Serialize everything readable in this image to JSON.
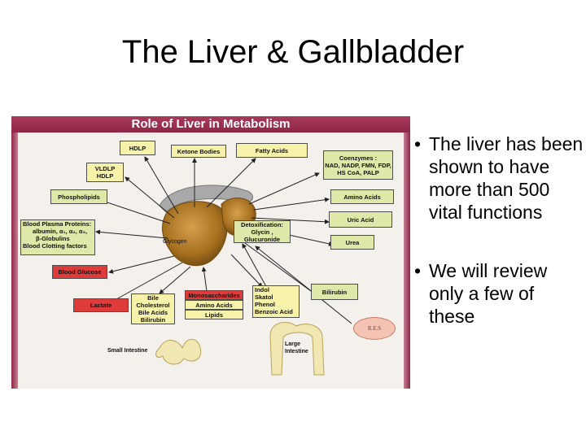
{
  "slide": {
    "title": "The Liver & Gallbladder",
    "bullets": [
      {
        "marker": "•",
        "text": "The liver has been shown to have more than 500 vital functions"
      },
      {
        "marker": "•",
        "text": "We will review only a few of these"
      }
    ]
  },
  "diagram": {
    "title": "Role of Liver in Metabolism",
    "colors": {
      "banner": "#8e2747",
      "yellow_box": "#f7f2a9",
      "green_box": "#dfe8a8",
      "red_box": "#e03b3b",
      "liver": "#b37a2c",
      "res_oval": "#f4c3b3"
    },
    "boxes": {
      "hdlp": "HDLP",
      "ketone_bodies": "Ketone Bodies",
      "fatty_acids": "Fatty Acids",
      "coenzymes_title": "Coenzymes :",
      "coenzymes_list": "NAD, NADP, FMN, FDP, HS CoA, PALP",
      "vldlp": "VLDLP",
      "vldlp_hdlp": "HDLP",
      "phospholipids": "Phospholipids",
      "amino_acids_right": "Amino Acids",
      "uric_acid": "Uric Acid",
      "urea": "Urea",
      "blood_plasma_title": "Blood Plasma Proteins:",
      "blood_plasma_albumin": "albumin, α₁, α₂, α₃,",
      "blood_plasma_globulins": "β-Globulins",
      "blood_plasma_clotting": "Blood Clotting factors",
      "detox_title": "Detoxification:",
      "detox_items": "Glycin , Glucuronide",
      "blood_glucose": "Blood Glucose",
      "bilirubin": "Bilirubin",
      "lactate": "Lactate",
      "bile": "Bile",
      "bile_cholesterol": "Cholesterol",
      "bile_acids": "Bile Acids",
      "bile_bilirubin": "Bilirubin",
      "monosaccharides": "Monosaccharides",
      "amino_acids_bottom": "Amino Acids",
      "lipids": "Lipids",
      "indol": "Indol",
      "skatol": "Skatol",
      "phenol": "Phenol",
      "benzoic_acid": "Benzoic Acid"
    },
    "labels": {
      "glycogen": "Glycogen",
      "small_intestine": "Small Intestine",
      "large_intestine_1": "Large",
      "large_intestine_2": "Intestine",
      "res": "R.E.S"
    }
  }
}
